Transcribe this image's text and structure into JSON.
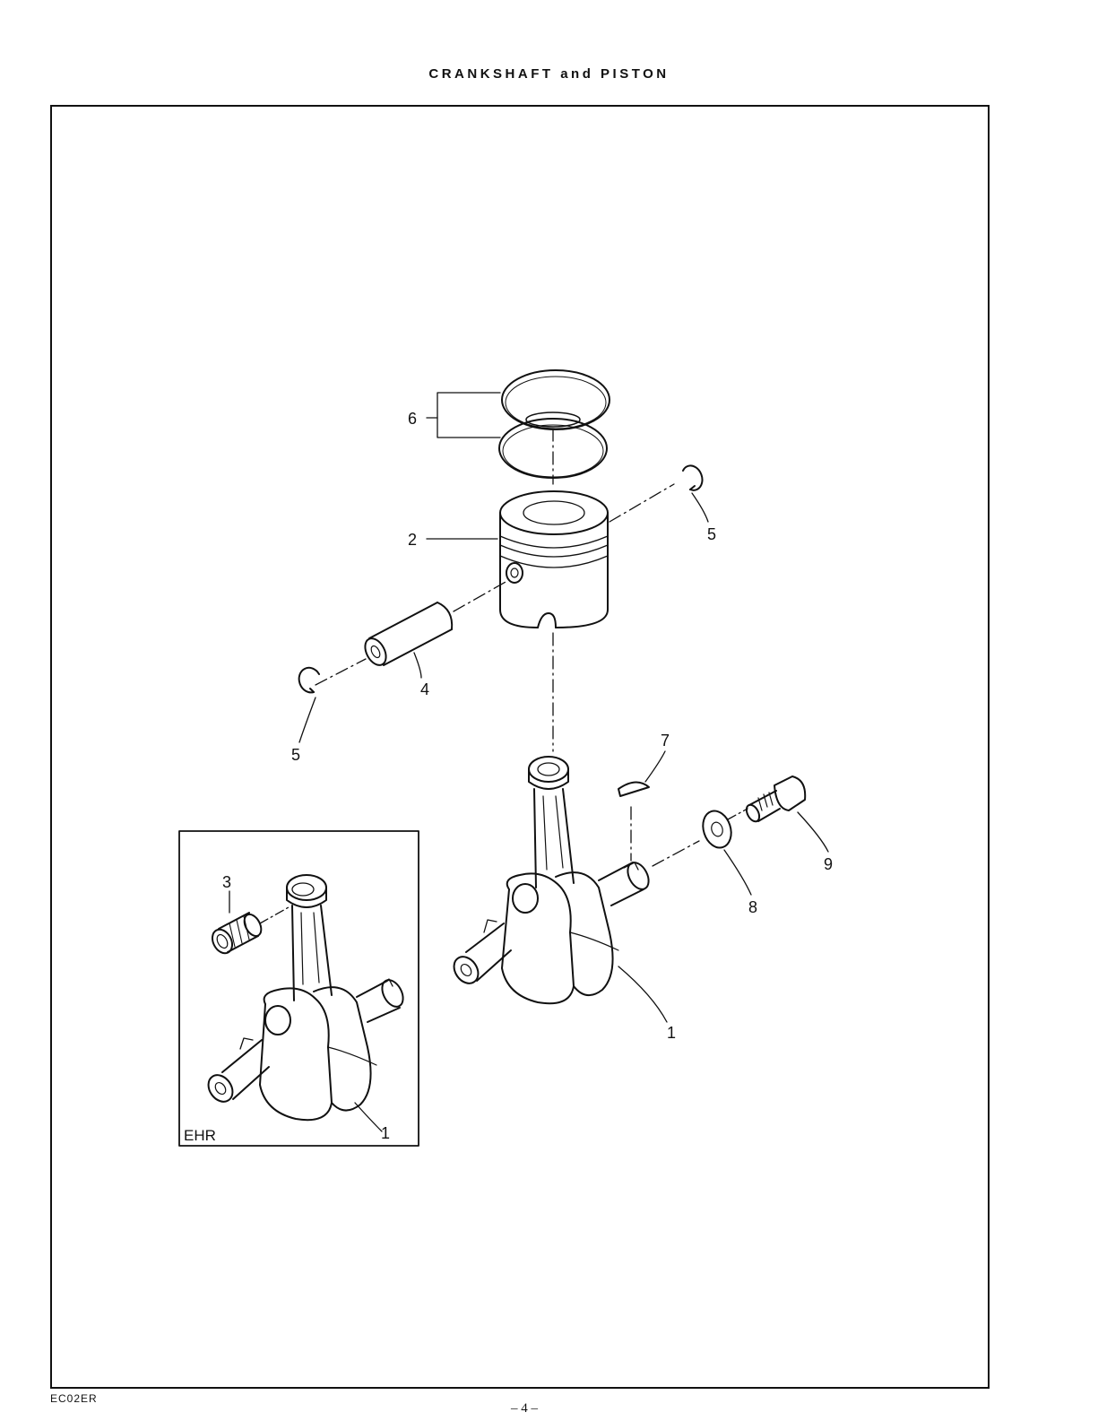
{
  "title": "CRANKSHAFT and PISTON",
  "footer": {
    "code": "EC02ER",
    "page": "– 4 –"
  },
  "inset": {
    "label": "EHR",
    "part_label": "1",
    "bearing_label": "3"
  },
  "callouts": {
    "crankshaft": "1",
    "piston": "2",
    "bearing": "3",
    "piston_pin": "4",
    "circlip_left": "5",
    "circlip_right": "5",
    "piston_rings": "6",
    "key": "7",
    "washer": "8",
    "nut": "9"
  }
}
